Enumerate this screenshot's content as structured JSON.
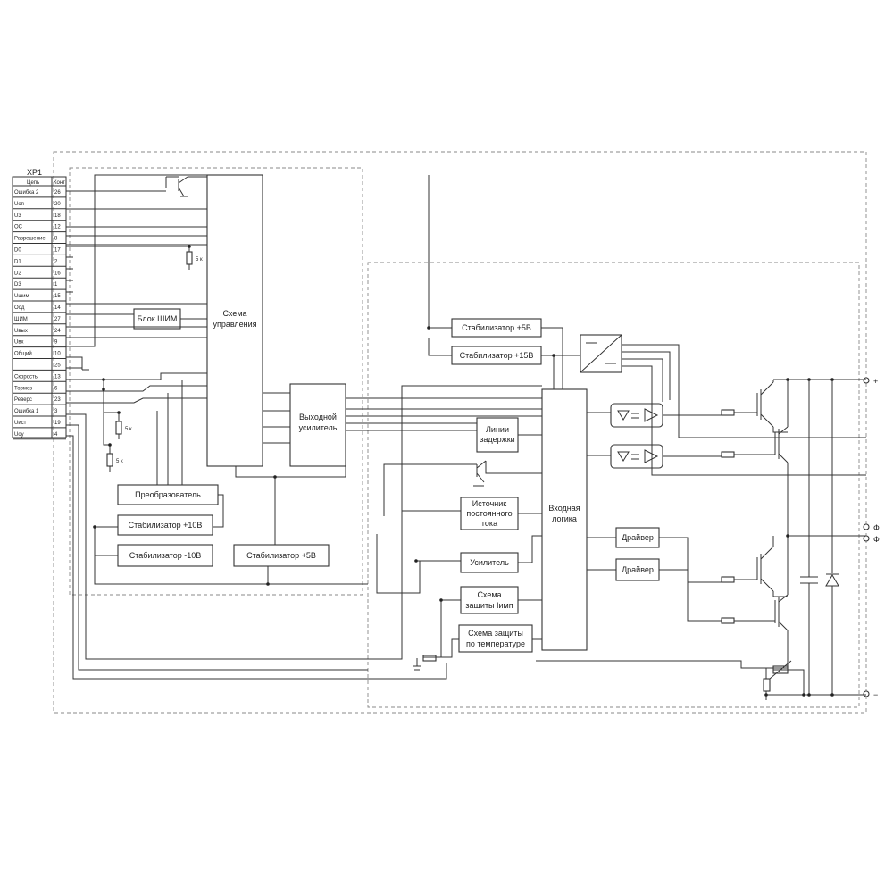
{
  "connector": {
    "name": "XP1",
    "header_circuit": "Цепь",
    "header_contact": "Конт",
    "pins": [
      {
        "label": "Ошибка 2",
        "no": "26"
      },
      {
        "label": "Uоп",
        "no": "20"
      },
      {
        "label": "U3",
        "no": "18"
      },
      {
        "label": "ОС",
        "no": "12"
      },
      {
        "label": "Разрешение",
        "no": "8"
      },
      {
        "label": "D0",
        "no": "17"
      },
      {
        "label": "D1",
        "no": "2"
      },
      {
        "label": "D2",
        "no": "16"
      },
      {
        "label": "D3",
        "no": "1"
      },
      {
        "label": "Uшим",
        "no": "15"
      },
      {
        "label": "Оод",
        "no": "14"
      },
      {
        "label": "ШИМ",
        "no": "27"
      },
      {
        "label": "Uвых",
        "no": "24"
      },
      {
        "label": "Uвх",
        "no": "9"
      },
      {
        "label": "Общий",
        "no": "10"
      },
      {
        "label": "",
        "no": "25"
      },
      {
        "label": "Скорость",
        "no": "13"
      },
      {
        "label": "Тормоз",
        "no": "6"
      },
      {
        "label": "Реверс",
        "no": "23"
      },
      {
        "label": "Ошибка 1",
        "no": "3"
      },
      {
        "label": "Uист",
        "no": "19"
      },
      {
        "label": "Uоу",
        "no": "4"
      }
    ]
  },
  "blocks": {
    "control": [
      "Схема",
      "управления"
    ],
    "pwm": "Блок ШИМ",
    "output_amp": [
      "Выходной",
      "усилитель"
    ],
    "converter": "Преобразователь",
    "stab_p10": "Стабилизатор +10В",
    "stab_m10": "Стабилизатор -10В",
    "stab_5_left": "Стабилизатор +5В",
    "stab_5_right": "Стабилизатор +5В",
    "stab_15": "Стабилизатор +15В",
    "delay": [
      "Линии",
      "задержки"
    ],
    "current_source": [
      "Источник",
      "постоянного",
      "тока"
    ],
    "amplifier": "Усилитель",
    "pulse_protect": [
      "Схема",
      "защиты Iимп"
    ],
    "temp_protect": [
      "Схема защиты",
      "по температуре"
    ],
    "input_logic": [
      "Входная",
      "логика"
    ],
    "driver1": "Драйвер",
    "driver2": "Драйвер"
  },
  "resistor_labels": [
    "5 к",
    "5 к",
    "5 к"
  ],
  "terminals": {
    "plus": "+",
    "phase1": "Ф",
    "phase2": "Ф",
    "minus": "−"
  }
}
